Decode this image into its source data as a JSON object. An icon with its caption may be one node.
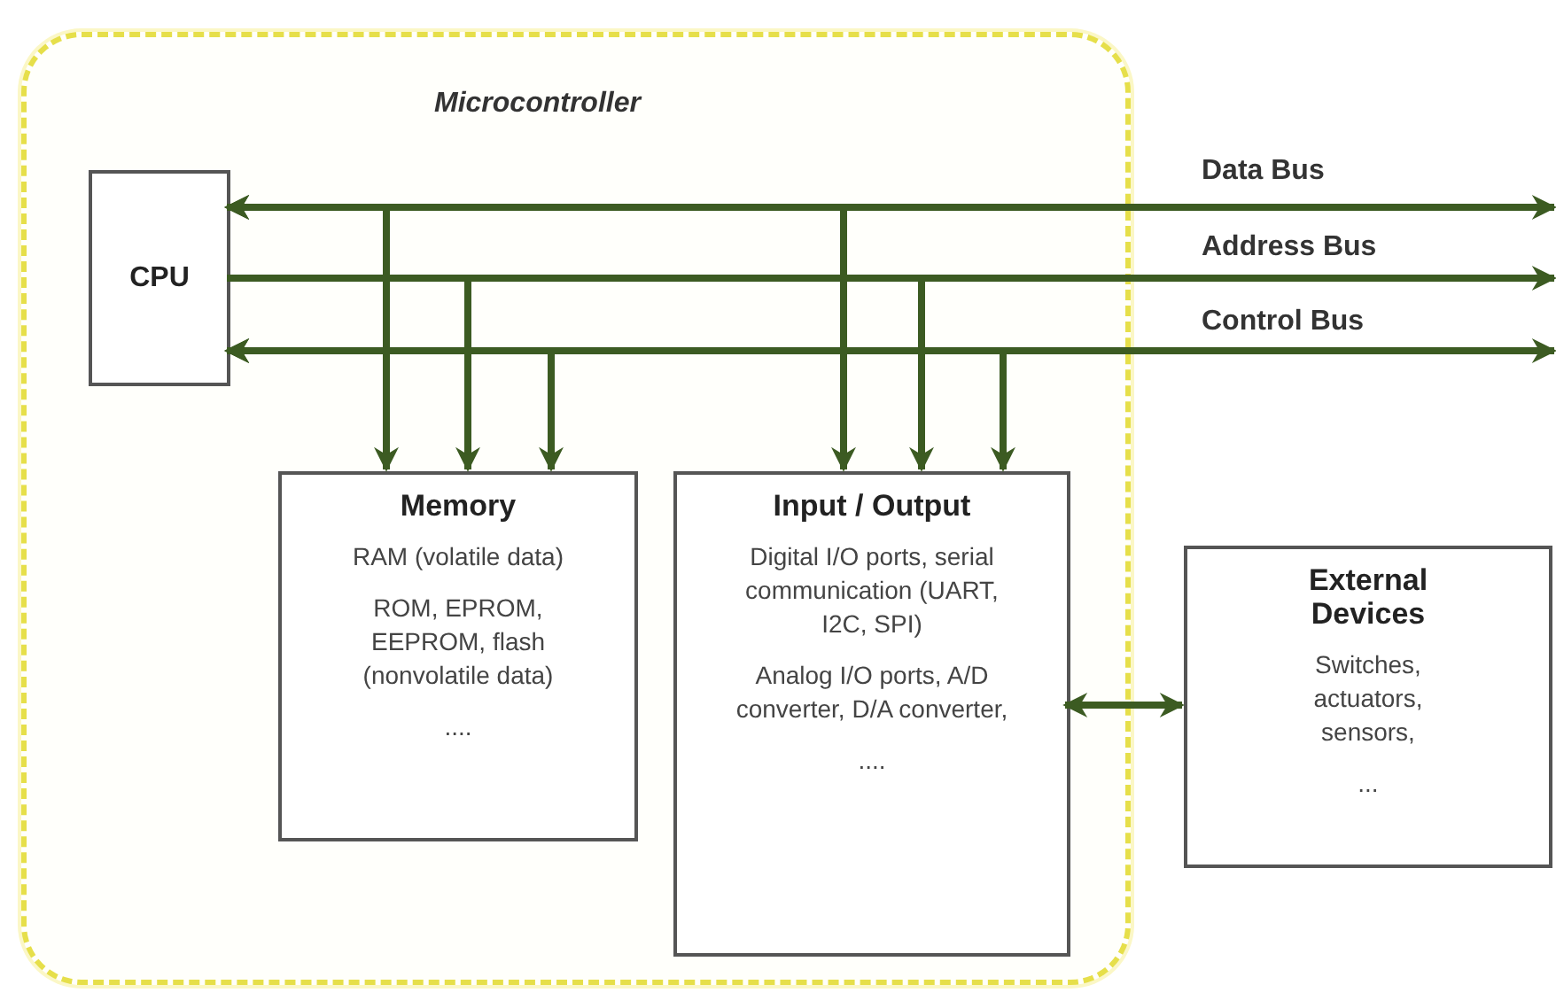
{
  "diagram": {
    "nodes": [
      {
        "text": [
          "Microcontroller"
        ]
      },
      {
        "text": [
          "CPU"
        ],
        "in": 0
      },
      {
        "text": [
          "Memory",
          "RAM (volatile data)",
          "ROM, EPROM, EEPROM, flash (nonvolatile data)",
          "...."
        ],
        "in": 0
      },
      {
        "text": [
          "Input / Output",
          "Digital I/O ports, serial communication (UART, I2C, SPI)",
          "Analog I/O ports, A/D converter, D/A converter,",
          "...."
        ],
        "in": 0
      },
      {
        "text": [
          "External Devices",
          "Switches, actuators, sensors,",
          "..."
        ]
      }
    ],
    "edges": [
      {
        "from": 1,
        "to": null,
        "arrow": "both",
        "label": "Data Bus"
      },
      {
        "from": 1,
        "to": null,
        "arrow": "to",
        "label": "Address Bus"
      },
      {
        "from": 1,
        "to": null,
        "arrow": "both",
        "label": "Control Bus"
      },
      {
        "from": 1,
        "to": 2,
        "arrow": "both"
      },
      {
        "from": 1,
        "to": 2,
        "arrow": "to"
      },
      {
        "from": 1,
        "to": 2,
        "arrow": "both"
      },
      {
        "from": 1,
        "to": 3,
        "arrow": "both"
      },
      {
        "from": 1,
        "to": 3,
        "arrow": "to"
      },
      {
        "from": 1,
        "to": 3,
        "arrow": "both"
      },
      {
        "from": 3,
        "to": 4,
        "arrow": "both"
      }
    ]
  }
}
